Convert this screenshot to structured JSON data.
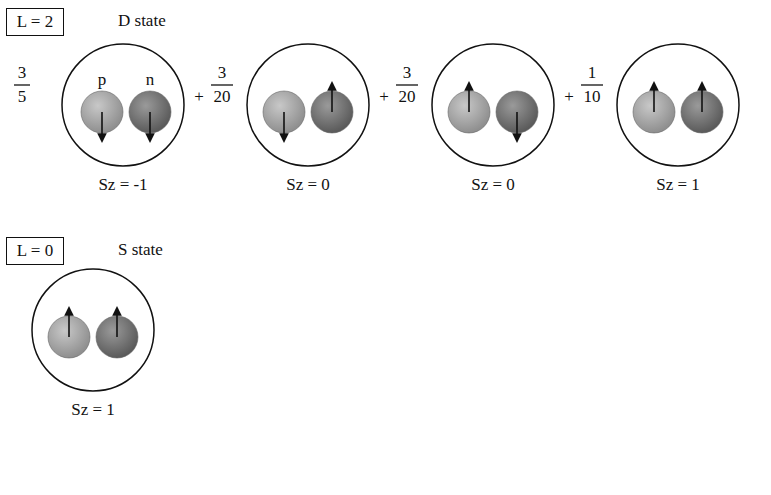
{
  "diagram": {
    "nodes": [
      {
        "text": [
          "L = 2"
        ]
      },
      {
        "text": [
          "p",
          "n",
          "Sz = -1"
        ]
      },
      {
        "text": [
          "Sz = 0"
        ]
      },
      {
        "text": [
          "Sz = 0"
        ]
      },
      {
        "text": [
          "Sz = 1"
        ]
      },
      {
        "text": [
          "L = 0"
        ]
      },
      {
        "text": [
          "Sz = 1"
        ]
      }
    ],
    "labels": [
      "D state",
      "3",
      "5",
      "+",
      "3",
      "20",
      "+",
      "3",
      "20",
      "+",
      "1",
      "10",
      "S state"
    ]
  }
}
